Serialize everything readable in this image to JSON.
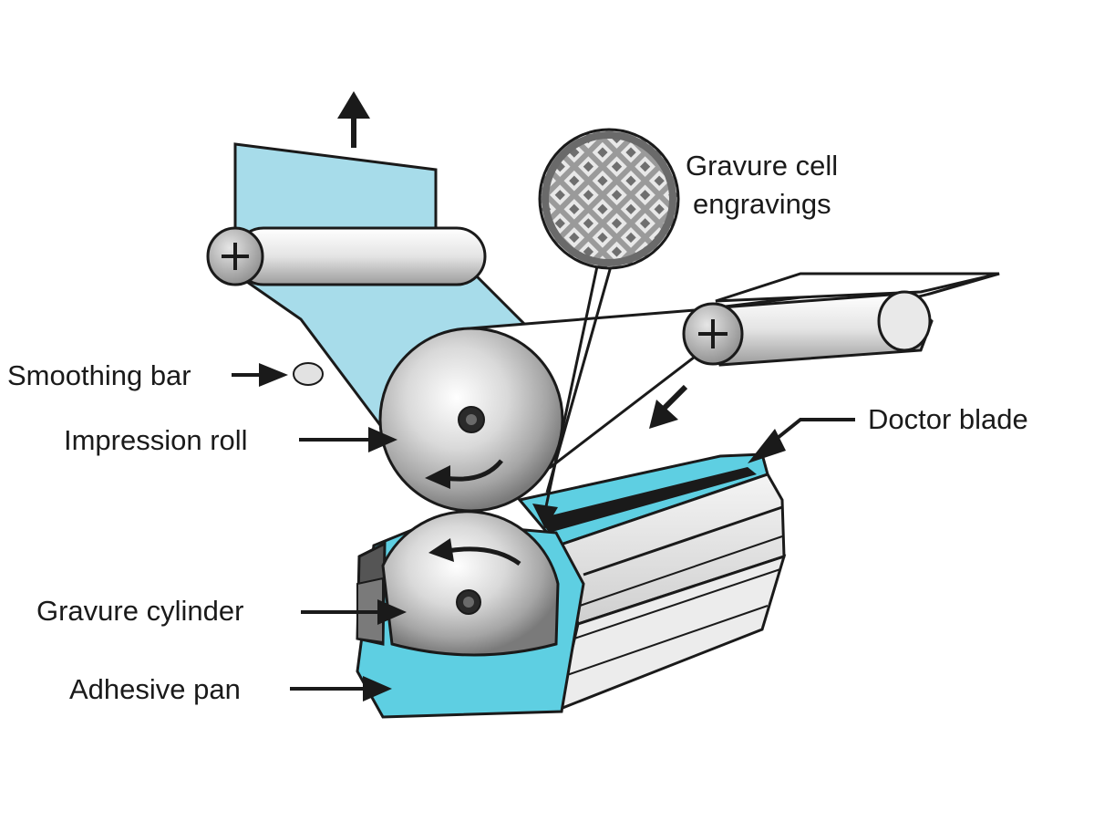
{
  "labels": {
    "gravure_cell_line1": "Gravure cell",
    "gravure_cell_line2": "engravings",
    "smoothing_bar": "Smoothing bar",
    "impression_roll": "Impression roll",
    "doctor_blade": "Doctor blade",
    "gravure_cylinder": "Gravure cylinder",
    "adhesive_pan": "Adhesive pan"
  },
  "colors": {
    "web": "#a7dcea",
    "adhesive": "#5ecfe2",
    "outline": "#1a1a1a",
    "roll_light": "#ffffff",
    "roll_dark": "#7d7d7d"
  }
}
